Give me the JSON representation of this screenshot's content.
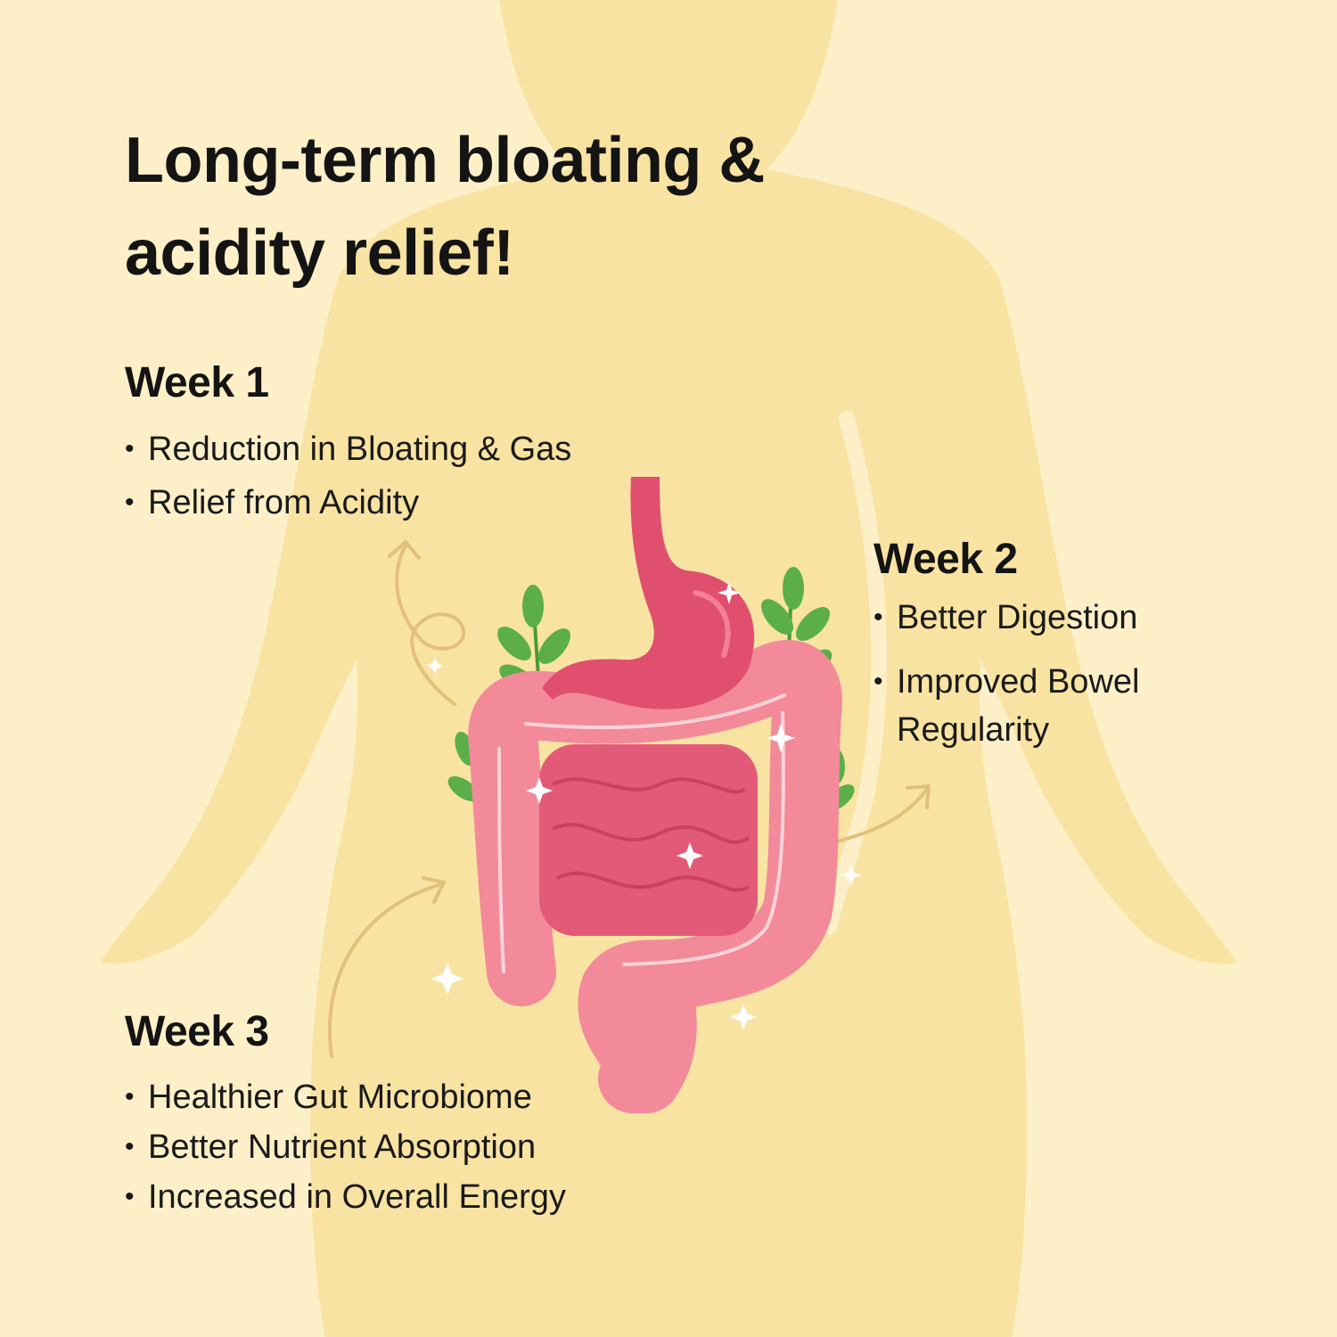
{
  "headline": "Long-term bloating & acidity relief!",
  "weeks": [
    {
      "title": "Week 1",
      "items": [
        "Reduction in Bloating & Gas",
        "Relief from Acidity"
      ]
    },
    {
      "title": "Week 2",
      "items": [
        "Better Digestion",
        "Improved Bowel Regularity"
      ]
    },
    {
      "title": "Week 3",
      "items": [
        "Healthier Gut Microbiome",
        "Better Nutrient Absorption",
        "Increased in Overall Energy"
      ]
    }
  ],
  "colors": {
    "background": "#fdf0c8",
    "silhouette": "#f8e3a2",
    "stomach": "#e0506e",
    "intestine": "#f28a9a",
    "leaf": "#5cae4a",
    "arrow": "#e3c07a",
    "text": "#141414"
  }
}
